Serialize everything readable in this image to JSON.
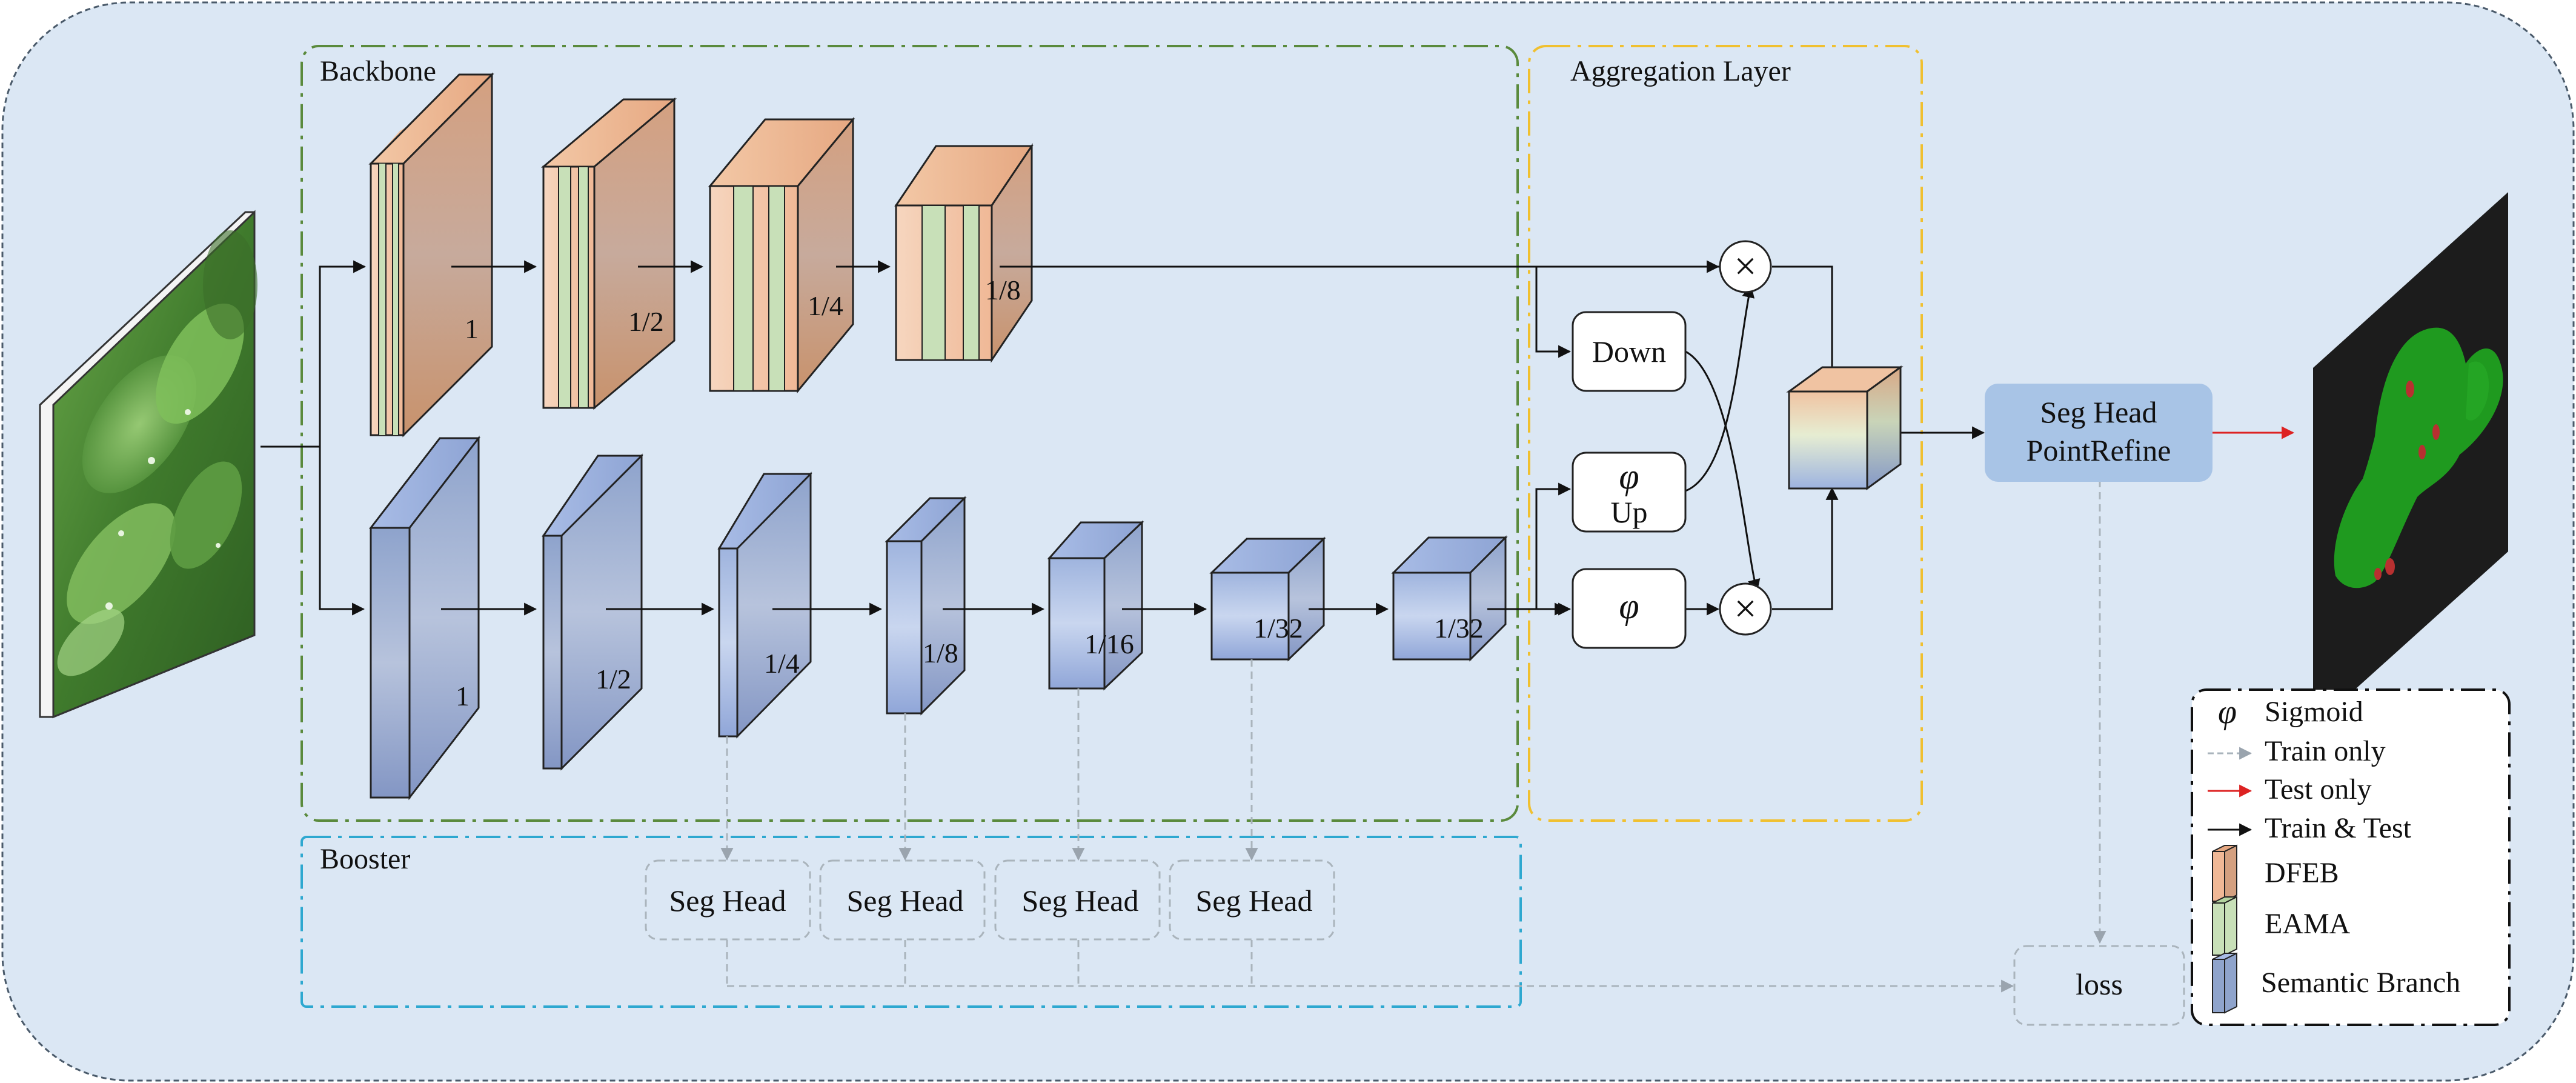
{
  "sections": {
    "backbone": "Backbone",
    "aggregation": "Aggregation Layer",
    "booster": "Booster"
  },
  "detail_branch": {
    "scales": [
      "1",
      "1/2",
      "1/4",
      "1/8"
    ]
  },
  "semantic_branch": {
    "scales": [
      "1",
      "1/2",
      "1/4",
      "1/8",
      "1/16",
      "1/32",
      "1/32"
    ]
  },
  "aggregation": {
    "down_label": "Down",
    "phi_symbol": "φ",
    "up_label": "Up",
    "multiply_symbol": "×"
  },
  "booster": {
    "heads": [
      "Seg Head",
      "Seg Head",
      "Seg Head",
      "Seg Head"
    ]
  },
  "seg_head": {
    "line1": "Seg Head",
    "line2": "PointRefine"
  },
  "loss_label": "loss",
  "legend": {
    "sigmoid_symbol": "φ",
    "sigmoid": "Sigmoid",
    "train_only": "Train only",
    "test_only": "Test only",
    "train_test": "Train & Test",
    "dfeb": "DFEB",
    "eama": "EAMA",
    "semantic": "Semantic Branch"
  },
  "colors": {
    "background": "#dbe7f4",
    "backbone_border": "#5a8a3c",
    "aggregation_border": "#f0c030",
    "booster_border": "#2ea8d0",
    "dfeb": "#e8b494",
    "eama": "#c8e0b8",
    "semantic": "#8fa4cc",
    "seg_head_fill": "#a8c4e6",
    "test_arrow": "#dd2222",
    "train_arrow": "#aab4bc"
  }
}
